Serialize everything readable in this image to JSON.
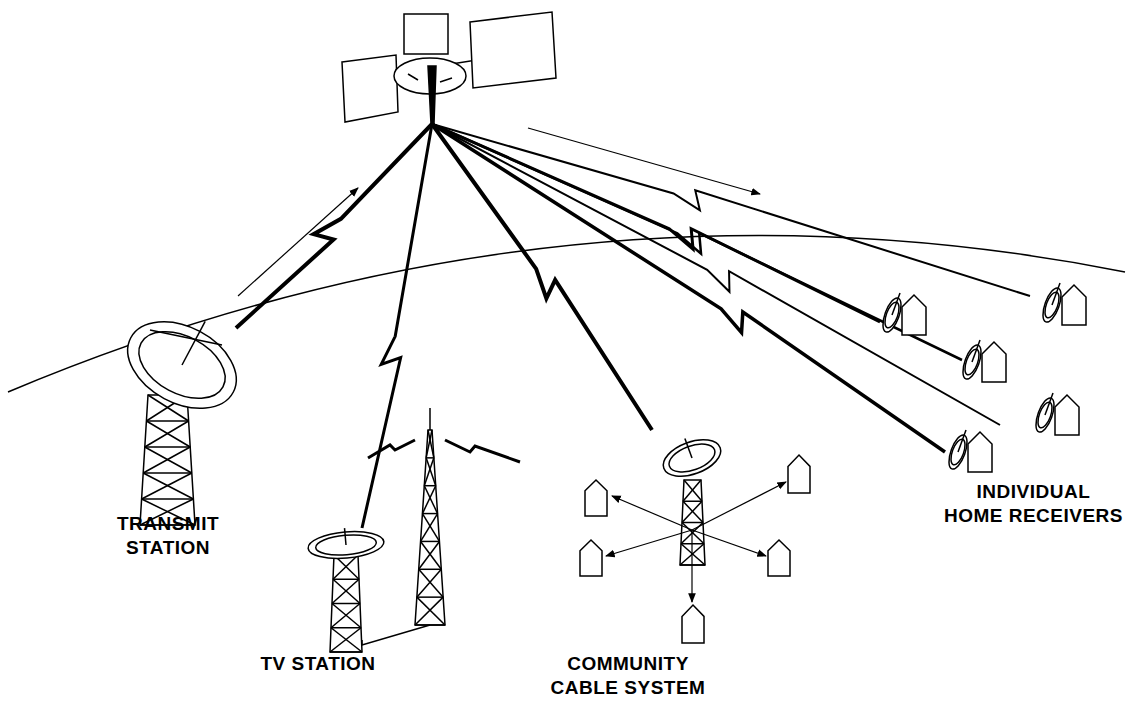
{
  "diagram": {
    "labels": [
      "TRANSMIT STATION",
      "TV STATION",
      "COMMUNITY CABLE SYSTEM",
      "INDIVIDUAL HOME RECEIVERS"
    ]
  }
}
